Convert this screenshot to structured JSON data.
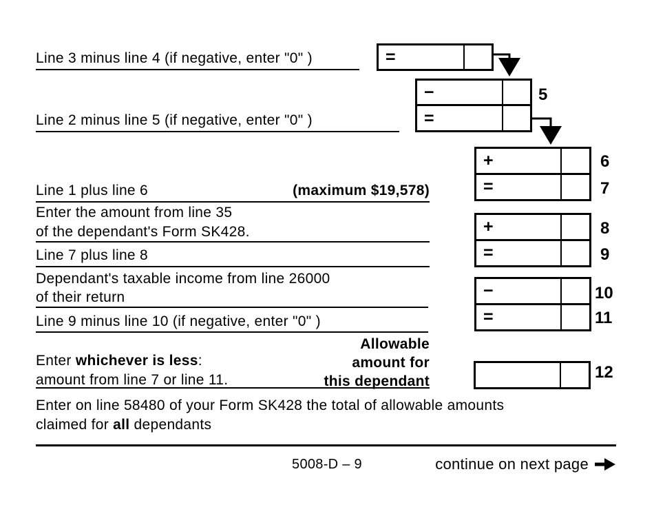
{
  "colors": {
    "ink": "#000000",
    "paper": "#ffffff"
  },
  "instructions": {
    "line3_minus_line4": "Line 3 minus line 4 (if negative, enter \"0\" )",
    "line2_minus_line5": "Line 2 minus line 5 (if negative, enter \"0\" )",
    "line1_plus_line6": "Line 1 plus line 6",
    "maximum_note": "(maximum $19,578)",
    "line35_amount_1": "Enter the amount from line 35",
    "line35_amount_2": "of the dependant's Form SK428.",
    "line7_plus_line8": "Line 7 plus line 8",
    "taxable_income_1": "Dependant's taxable income from line 26000",
    "taxable_income_2": "of their return",
    "line9_minus_line10": "Line 9 minus line 10 (if negative, enter \"0\" )",
    "whichever_less_prefix": "Enter ",
    "whichever_less_bold": "whichever is less",
    "whichever_less_suffix": ":",
    "whichever_less_line2": "amount from line 7 or line 11.",
    "allowable_1": "Allowable",
    "allowable_2": "amount for",
    "allowable_3": "this dependant",
    "total_claim_1": "Enter on line 58480 of your Form SK428 the total of allowable amounts",
    "total_claim_2a": "claimed for ",
    "total_claim_2b": "all",
    "total_claim_2c": " dependants"
  },
  "operators": {
    "plus": "+",
    "minus": "−",
    "equals": "="
  },
  "line_numbers": {
    "n5": "5",
    "n6": "6",
    "n7": "7",
    "n8": "8",
    "n9": "9",
    "n10": "10",
    "n11": "11",
    "n12": "12"
  },
  "footer": {
    "doc_code": "5008-D – 9",
    "continue_label": "continue on next page"
  }
}
